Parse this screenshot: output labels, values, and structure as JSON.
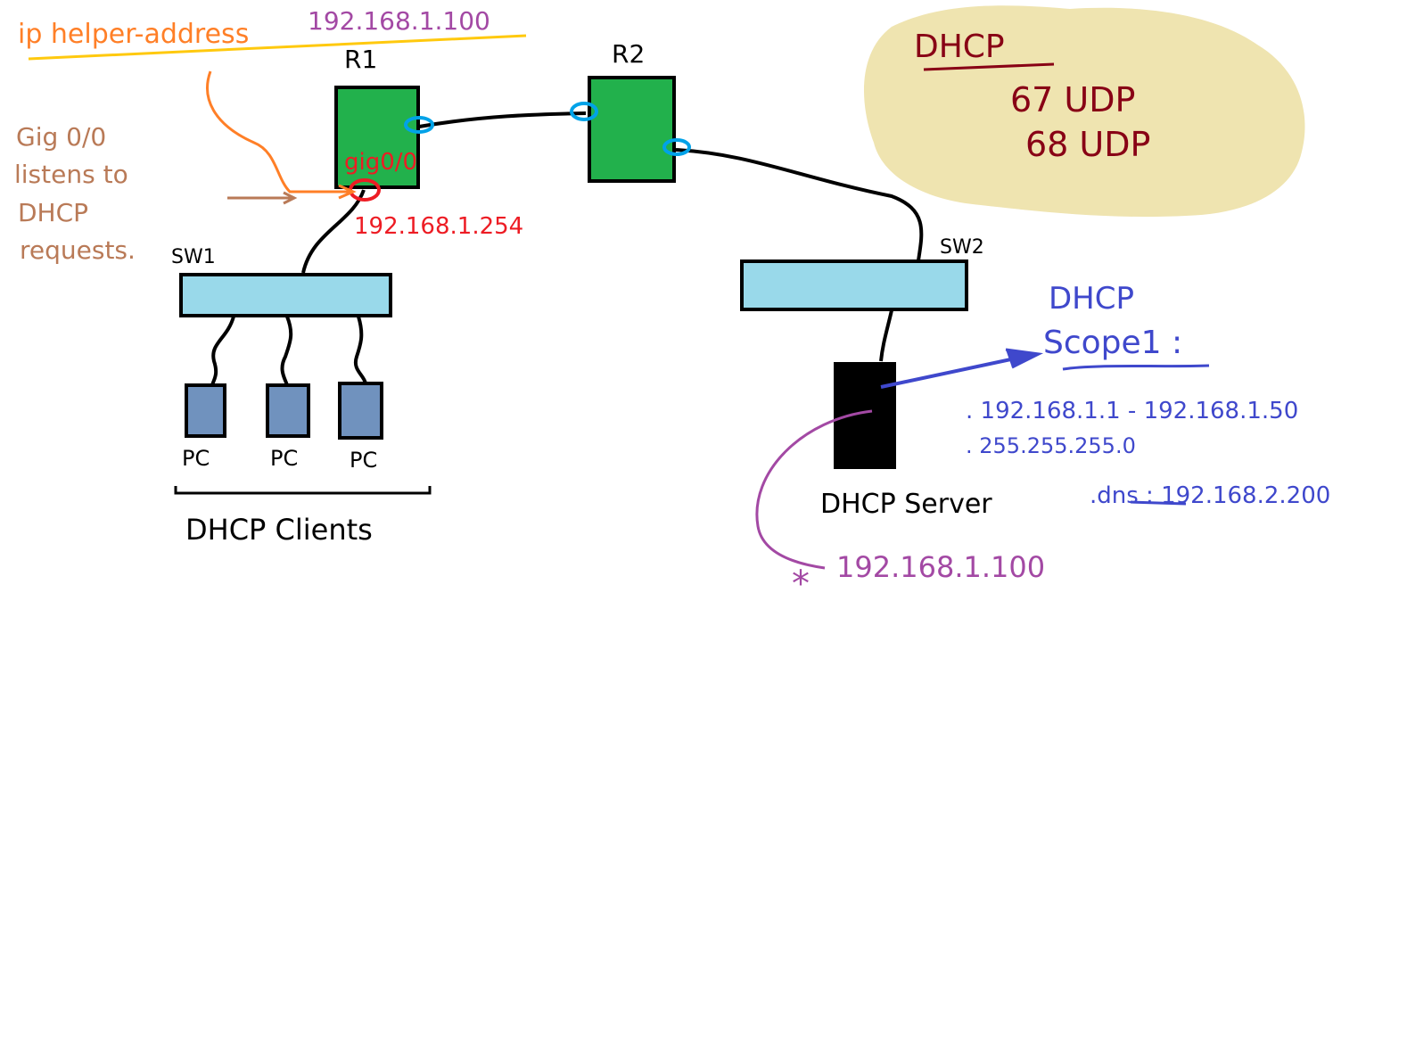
{
  "labels": {
    "helper_cmd": "ip helper-address",
    "helper_ip": "192.168.1.100",
    "r1": "R1",
    "r2": "R2",
    "gig_note_1": "Gig 0/0",
    "gig_note_2": "listens to",
    "gig_note_3": "DHCP",
    "gig_note_4": "requests.",
    "gig_iface": "gig0/0",
    "r1_ip": "192.168.1.254",
    "sw1": "SW1",
    "sw2": "SW2",
    "pc1": "PC",
    "pc2": "PC",
    "pc3": "PC",
    "clients": "DHCP Clients",
    "server": "DHCP Server",
    "server_ip": "192.168.1.100",
    "star": "*",
    "dhcp_ports_title": "DHCP",
    "port_67": "67 UDP",
    "port_68": "68 UDP",
    "scope_title_1": "DHCP",
    "scope_title_2": "Scope1 :",
    "scope_range": ". 192.168.1.1 - 192.168.1.50",
    "scope_mask": ". 255.255.255.0",
    "scope_dns": ".dns : 192.168.2.200"
  },
  "colors": {
    "router_green": "#22b14c",
    "switch_blue": "#99d9ea",
    "pc_blue": "#7092be",
    "server_black": "#000000",
    "port_blue": "#00a2e8",
    "port_red": "#ed1c24",
    "orange": "#ff7f27",
    "purple": "#a349a4",
    "brown": "#b97a57",
    "scope_blue": "#3f48cc",
    "cloud_fill": "#efe4b0",
    "dark_red": "#880015"
  }
}
